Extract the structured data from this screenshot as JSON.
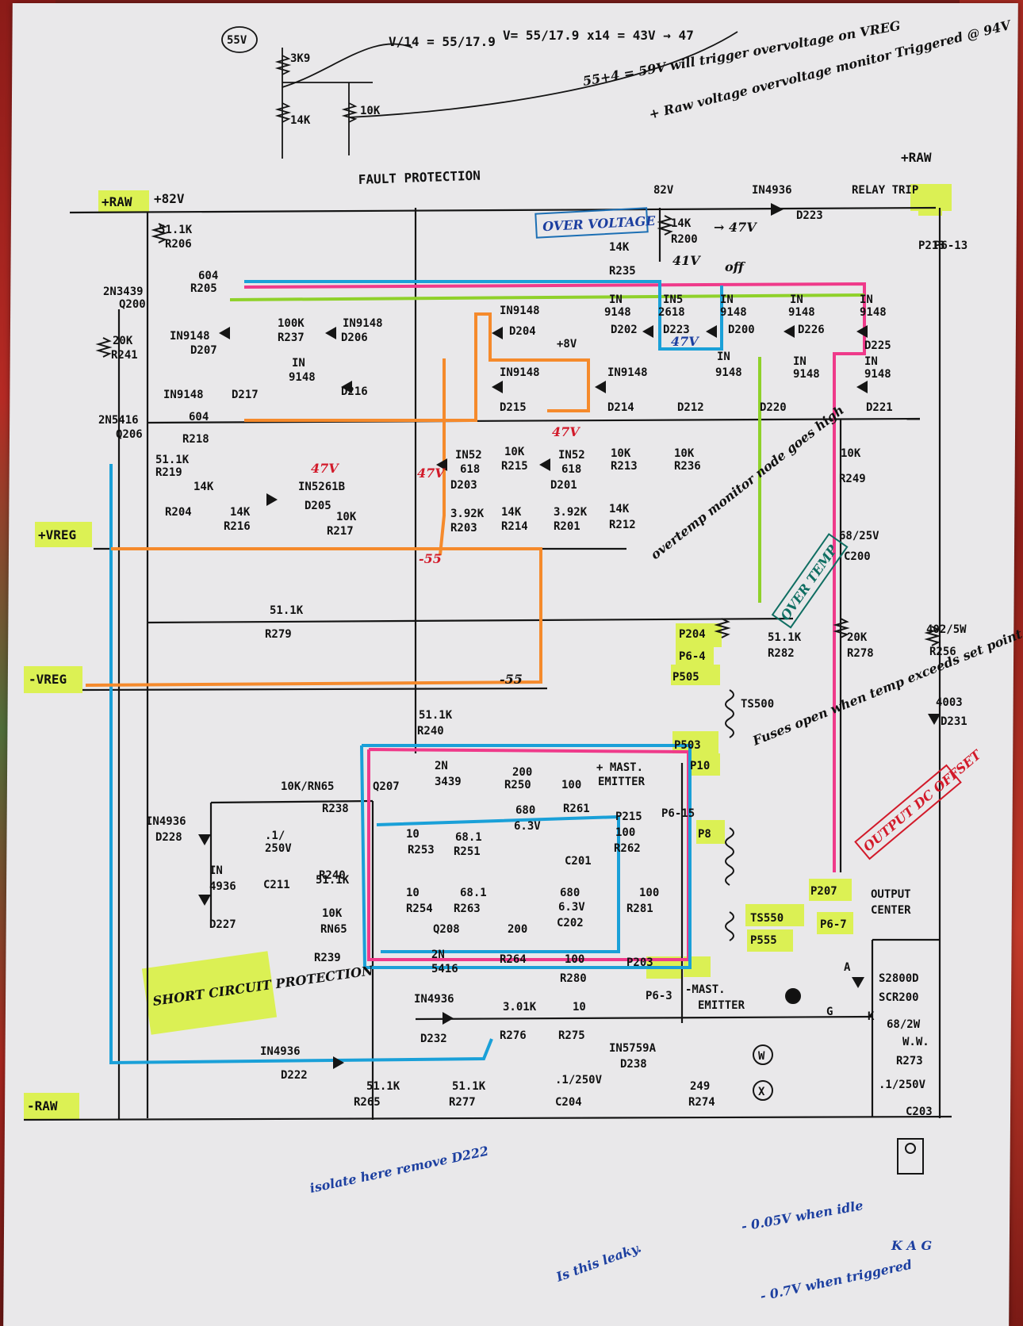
{
  "title": "FAULT PROTECTION",
  "formula": {
    "v1": "55V",
    "r1": "3K9",
    "r2": "14K",
    "r3": "10K",
    "eq1": "V/14 = 55/17.9",
    "eq2": "V= 55/17.9 x14 = 43V → 47",
    "eq3": "55+4 = 59V will trigger overvoltage on VREG"
  },
  "rails": {
    "plus_raw": "+RAW",
    "plus_raw_v": "+82V",
    "plus_raw_right": "+RAW",
    "plus_vreg": "+VREG",
    "minus_vreg": "-VREG",
    "minus_raw": "-RAW"
  },
  "boxes": {
    "over_voltage": "OVER VOLTAGE",
    "over_temp": "OVER TEMP",
    "output_dc": "OUTPUT DC OFFSET",
    "short_circuit": "SHORT CIRCUIT PROTECTION"
  },
  "labels": [
    {
      "id": "l1",
      "t": "51.1K"
    },
    {
      "id": "l2",
      "t": "R206"
    },
    {
      "id": "l3",
      "t": "604"
    },
    {
      "id": "l4",
      "t": "R205"
    },
    {
      "id": "l5",
      "t": "2N3439"
    },
    {
      "id": "l6",
      "t": "Q200"
    },
    {
      "id": "l7",
      "t": "20K"
    },
    {
      "id": "l8",
      "t": "R241"
    },
    {
      "id": "l9",
      "t": "IN9148"
    },
    {
      "id": "l10",
      "t": "D207"
    },
    {
      "id": "l11",
      "t": "IN9148"
    },
    {
      "id": "l12",
      "t": "D217"
    },
    {
      "id": "l13",
      "t": "100K"
    },
    {
      "id": "l14",
      "t": "R237"
    },
    {
      "id": "l15",
      "t": "IN9148"
    },
    {
      "id": "l16",
      "t": "D206"
    },
    {
      "id": "l17",
      "t": "IN"
    },
    {
      "id": "l18",
      "t": "9148"
    },
    {
      "id": "l19",
      "t": "D216"
    },
    {
      "id": "l20",
      "t": "2N5416"
    },
    {
      "id": "l21",
      "t": "Q206"
    },
    {
      "id": "l22",
      "t": "604"
    },
    {
      "id": "l23",
      "t": "R218"
    },
    {
      "id": "l24",
      "t": "51.1K"
    },
    {
      "id": "l25",
      "t": "R219"
    },
    {
      "id": "l26",
      "t": "14K"
    },
    {
      "id": "l27",
      "t": "R204"
    },
    {
      "id": "l28",
      "t": "14K"
    },
    {
      "id": "l29",
      "t": "R216"
    },
    {
      "id": "l30",
      "t": "IN5261B"
    },
    {
      "id": "l31",
      "t": "D205"
    },
    {
      "id": "l32",
      "t": "10K"
    },
    {
      "id": "l33",
      "t": "R217"
    },
    {
      "id": "l34",
      "t": "51.1K"
    },
    {
      "id": "l35",
      "t": "R279"
    },
    {
      "id": "l36",
      "t": "IN9148"
    },
    {
      "id": "l37",
      "t": "D204"
    },
    {
      "id": "l38",
      "t": "IN9148"
    },
    {
      "id": "l39",
      "t": "D215"
    },
    {
      "id": "l40",
      "t": "IN52"
    },
    {
      "id": "l41",
      "t": "618"
    },
    {
      "id": "l42",
      "t": "D203"
    },
    {
      "id": "l43",
      "t": "10K"
    },
    {
      "id": "l44",
      "t": "R215"
    },
    {
      "id": "l45",
      "t": "IN52"
    },
    {
      "id": "l46",
      "t": "618"
    },
    {
      "id": "l47",
      "t": "D201"
    },
    {
      "id": "l48",
      "t": "10K"
    },
    {
      "id": "l49",
      "t": "R213"
    },
    {
      "id": "l50",
      "t": "10K"
    },
    {
      "id": "l51",
      "t": "R236"
    },
    {
      "id": "l52",
      "t": "3.92K"
    },
    {
      "id": "l53",
      "t": "R203"
    },
    {
      "id": "l54",
      "t": "14K"
    },
    {
      "id": "l55",
      "t": "R214"
    },
    {
      "id": "l56",
      "t": "3.92K"
    },
    {
      "id": "l57",
      "t": "R201"
    },
    {
      "id": "l58",
      "t": "14K"
    },
    {
      "id": "l59",
      "t": "R212"
    },
    {
      "id": "l60",
      "t": "14K"
    },
    {
      "id": "l61",
      "t": "R235"
    },
    {
      "id": "l62",
      "t": "14K"
    },
    {
      "id": "l63",
      "t": "R200"
    },
    {
      "id": "l64",
      "t": "IN"
    },
    {
      "id": "l65",
      "t": "9148"
    },
    {
      "id": "l66",
      "t": "D202"
    },
    {
      "id": "l67",
      "t": "IN5"
    },
    {
      "id": "l68",
      "t": "2618"
    },
    {
      "id": "l69",
      "t": "D223"
    },
    {
      "id": "l70",
      "t": "IN"
    },
    {
      "id": "l71",
      "t": "9148"
    },
    {
      "id": "l72",
      "t": "D200"
    },
    {
      "id": "l73",
      "t": "IN9148"
    },
    {
      "id": "l74",
      "t": "D214"
    },
    {
      "id": "l75",
      "t": "IN"
    },
    {
      "id": "l76",
      "t": "9148"
    },
    {
      "id": "l77",
      "t": "D212"
    },
    {
      "id": "l78",
      "t": "IN"
    },
    {
      "id": "l79",
      "t": "9148"
    },
    {
      "id": "l80",
      "t": "D226"
    },
    {
      "id": "l81",
      "t": "IN"
    },
    {
      "id": "l82",
      "t": "9148"
    },
    {
      "id": "l83",
      "t": "D220"
    },
    {
      "id": "l84",
      "t": "IN"
    },
    {
      "id": "l85",
      "t": "9148"
    },
    {
      "id": "l86",
      "t": "D225"
    },
    {
      "id": "l87",
      "t": "IN"
    },
    {
      "id": "l88",
      "t": "9148"
    },
    {
      "id": "l89",
      "t": "D221"
    },
    {
      "id": "l90",
      "t": "IN4936"
    },
    {
      "id": "l91",
      "t": "D223"
    },
    {
      "id": "l92",
      "t": "RELAY TRIP"
    },
    {
      "id": "l93",
      "t": "P213"
    },
    {
      "id": "l94",
      "t": "P6-13"
    },
    {
      "id": "l95",
      "t": "10K"
    },
    {
      "id": "l96",
      "t": "R249"
    },
    {
      "id": "l97",
      "t": "68/25V"
    },
    {
      "id": "l98",
      "t": "C200"
    },
    {
      "id": "l99",
      "t": "P204"
    },
    {
      "id": "l100",
      "t": "P6-4"
    },
    {
      "id": "l101",
      "t": "P505"
    },
    {
      "id": "l102",
      "t": "51.1K"
    },
    {
      "id": "l103",
      "t": "R282"
    },
    {
      "id": "l104",
      "t": "20K"
    },
    {
      "id": "l105",
      "t": "R278"
    },
    {
      "id": "l106",
      "t": "402/5W"
    },
    {
      "id": "l107",
      "t": "R256"
    },
    {
      "id": "l108",
      "t": "TS500"
    },
    {
      "id": "l109",
      "t": "4003"
    },
    {
      "id": "l110",
      "t": "D231"
    },
    {
      "id": "l111",
      "t": "P503"
    },
    {
      "id": "l112",
      "t": "P10"
    },
    {
      "id": "l113",
      "t": "P8"
    },
    {
      "id": "l114",
      "t": "TS550"
    },
    {
      "id": "l115",
      "t": "P555"
    },
    {
      "id": "l116",
      "t": "P207"
    },
    {
      "id": "l117",
      "t": "P6-7"
    },
    {
      "id": "l118",
      "t": "OUTPUT"
    },
    {
      "id": "l119",
      "t": "CENTER"
    },
    {
      "id": "l120",
      "t": "51.1K"
    },
    {
      "id": "l121",
      "t": "R240"
    },
    {
      "id": "l122",
      "t": "2N"
    },
    {
      "id": "l123",
      "t": "3439"
    },
    {
      "id": "l124",
      "t": "Q207"
    },
    {
      "id": "l125",
      "t": "10K/RN65"
    },
    {
      "id": "l126",
      "t": "R238"
    },
    {
      "id": "l127",
      "t": "200"
    },
    {
      "id": "l128",
      "t": "R250"
    },
    {
      "id": "l129",
      "t": "100"
    },
    {
      "id": "l130",
      "t": "R261"
    },
    {
      "id": "l131",
      "t": "+ MAST."
    },
    {
      "id": "l132",
      "t": "EMITTER"
    },
    {
      "id": "l133",
      "t": "680"
    },
    {
      "id": "l134",
      "t": "6.3V"
    },
    {
      "id": "l135",
      "t": "C201"
    },
    {
      "id": "l136",
      "t": "P215"
    },
    {
      "id": "l137",
      "t": "P6-15"
    },
    {
      "id": "l138",
      "t": "100"
    },
    {
      "id": "l139",
      "t": "R262"
    },
    {
      "id": "l140",
      "t": "10"
    },
    {
      "id": "l141",
      "t": "R253"
    },
    {
      "id": "l142",
      "t": "68.1"
    },
    {
      "id": "l143",
      "t": "R251"
    },
    {
      "id": "l144",
      "t": "IN4936"
    },
    {
      "id": "l145",
      "t": "D228"
    },
    {
      "id": "l146",
      "t": ".1/"
    },
    {
      "id": "l147",
      "t": "250V"
    },
    {
      "id": "l148",
      "t": "C211"
    },
    {
      "id": "l149",
      "t": "51.1K"
    },
    {
      "id": "l150",
      "t": "R240"
    },
    {
      "id": "l151",
      "t": "IN"
    },
    {
      "id": "l152",
      "t": "4936"
    },
    {
      "id": "l153",
      "t": "D227"
    },
    {
      "id": "l154",
      "t": "10K"
    },
    {
      "id": "l155",
      "t": "RN65"
    },
    {
      "id": "l156",
      "t": "R239"
    },
    {
      "id": "l157",
      "t": "10"
    },
    {
      "id": "l158",
      "t": "R254"
    },
    {
      "id": "l159",
      "t": "68.1"
    },
    {
      "id": "l160",
      "t": "R263"
    },
    {
      "id": "l161",
      "t": "Q208"
    },
    {
      "id": "l162",
      "t": "680"
    },
    {
      "id": "l163",
      "t": "6.3V"
    },
    {
      "id": "l164",
      "t": "C202"
    },
    {
      "id": "l165",
      "t": "100"
    },
    {
      "id": "l166",
      "t": "R281"
    },
    {
      "id": "l167",
      "t": "200"
    },
    {
      "id": "l168",
      "t": "R264"
    },
    {
      "id": "l169",
      "t": "100"
    },
    {
      "id": "l170",
      "t": "R280"
    },
    {
      "id": "l171",
      "t": "2N"
    },
    {
      "id": "l172",
      "t": "5416"
    },
    {
      "id": "l173",
      "t": "P203"
    },
    {
      "id": "l174",
      "t": "P6-3"
    },
    {
      "id": "l175",
      "t": "-MAST."
    },
    {
      "id": "l176",
      "t": "EMITTER"
    },
    {
      "id": "l177",
      "t": "IN4936"
    },
    {
      "id": "l178",
      "t": "D232"
    },
    {
      "id": "l179",
      "t": "3.01K"
    },
    {
      "id": "l180",
      "t": "R276"
    },
    {
      "id": "l181",
      "t": "10"
    },
    {
      "id": "l182",
      "t": "R275"
    },
    {
      "id": "l183",
      "t": "IN5759A"
    },
    {
      "id": "l184",
      "t": "D238"
    },
    {
      "id": "l185",
      "t": "IN4936"
    },
    {
      "id": "l186",
      "t": "D222"
    },
    {
      "id": "l187",
      "t": "51.1K"
    },
    {
      "id": "l188",
      "t": "R265"
    },
    {
      "id": "l189",
      "t": "51.1K"
    },
    {
      "id": "l190",
      "t": "R277"
    },
    {
      "id": "l191",
      "t": ".1/250V"
    },
    {
      "id": "l192",
      "t": "C204"
    },
    {
      "id": "l193",
      "t": "249"
    },
    {
      "id": "l194",
      "t": "R274"
    },
    {
      "id": "l195",
      "t": "W"
    },
    {
      "id": "l196",
      "t": "X"
    },
    {
      "id": "l197",
      "t": "S2800D"
    },
    {
      "id": "l198",
      "t": "SCR200"
    },
    {
      "id": "l199",
      "t": "68/2W"
    },
    {
      "id": "l200",
      "t": "W.W."
    },
    {
      "id": "l201",
      "t": "R273"
    },
    {
      "id": "l202",
      "t": ".1/250V"
    },
    {
      "id": "l203",
      "t": "C203"
    },
    {
      "id": "l204",
      "t": "A"
    },
    {
      "id": "l205",
      "t": "K"
    },
    {
      "id": "l206",
      "t": "G"
    },
    {
      "id": "l207",
      "t": "82V"
    },
    {
      "id": "l208",
      "t": "+8V"
    }
  ],
  "notes": {
    "n_raw": "+ Raw voltage overvoltage monitor Triggered @ 94V",
    "n_47a": "→ 47V",
    "n_41v": "41V",
    "n_off": "off",
    "n_47b": "47V",
    "n_47c": "47V",
    "n_47d": "47V",
    "n_47e": "47V",
    "n_m55a": "-55",
    "n_m55b": "-55",
    "n_overtemp": "overtemp monitor node goes high",
    "n_fuses": "Fuses open when temp exceeds set point",
    "n_isolate": "isolate here remove D222",
    "n_leaky": "Is this leaky.",
    "n_idle": "- 0.05V when idle",
    "n_trig": "- 0.7V when triggered",
    "kag": "K A G"
  },
  "colors": {
    "blue": "#1aa0d8",
    "pink": "#ef3a8a",
    "green": "#8fd12a",
    "orange": "#f58a2c",
    "highlight": "#d9f23a"
  }
}
